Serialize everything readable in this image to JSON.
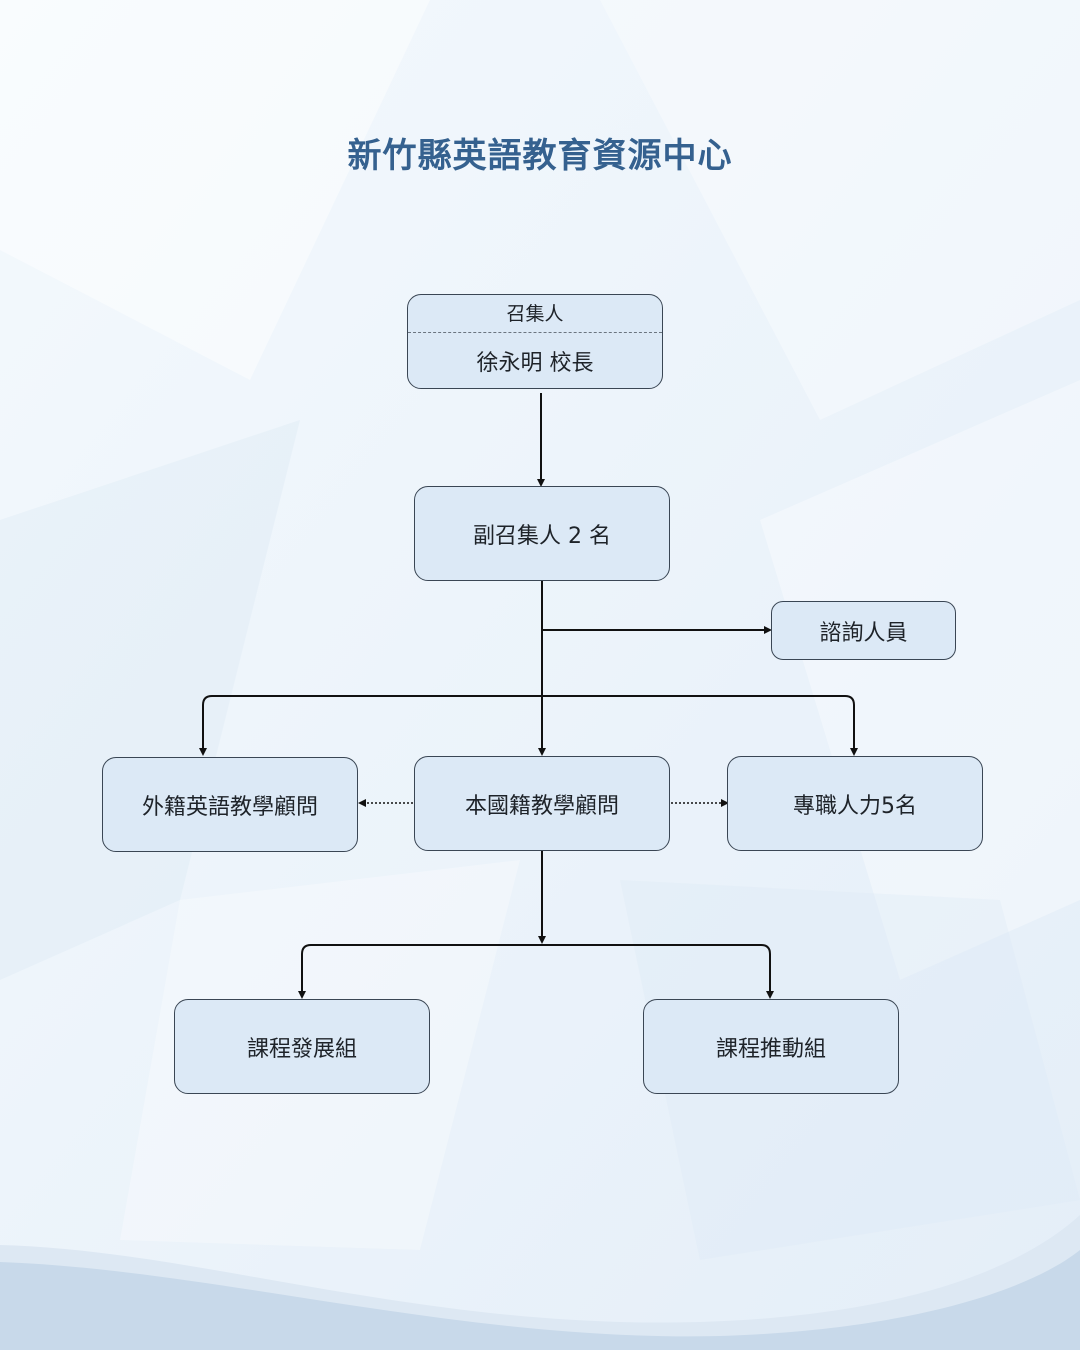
{
  "title": "新竹縣英語教育資源中心",
  "org_chart": {
    "convener": {
      "role": "召集人",
      "name": "徐永明 校長"
    },
    "vice_convener": "副召集人 2 名",
    "consultant": "諮詢人員",
    "foreign_advisor": "外籍英語教學顧問",
    "local_advisor": "本國籍教學顧問",
    "staff": "專職人力5名",
    "curriculum_dev": "課程發展組",
    "curriculum_promo": "課程推動組"
  },
  "colors": {
    "title": "#35618f",
    "node_fill": "#dce9f6",
    "node_border": "#3a4654",
    "background": "#eef5fb"
  }
}
